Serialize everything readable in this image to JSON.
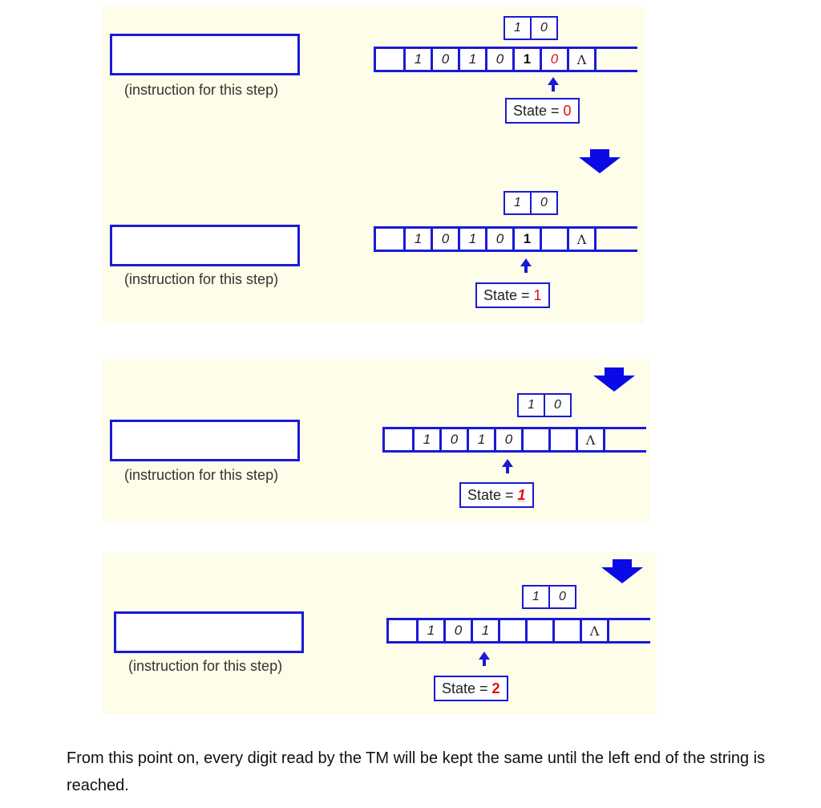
{
  "steps": [
    {
      "instruction_placeholder": "(instruction for this step)",
      "mini_digits": [
        "1",
        "0"
      ],
      "tape": [
        {
          "v": "1",
          "s": "italic"
        },
        {
          "v": "0",
          "s": "italic"
        },
        {
          "v": "1",
          "s": "italic"
        },
        {
          "v": "0",
          "s": "italic"
        },
        {
          "v": "1",
          "s": "bold"
        },
        {
          "v": "0",
          "s": "red"
        },
        {
          "v": "Λ",
          "s": "lambda"
        }
      ],
      "head_index": 5,
      "state_label": "State =",
      "state_value": "0",
      "next_arrow": true
    },
    {
      "instruction_placeholder": "(instruction for this step)",
      "mini_digits": [
        "1",
        "0"
      ],
      "tape": [
        {
          "v": "1",
          "s": "italic"
        },
        {
          "v": "0",
          "s": "italic"
        },
        {
          "v": "1",
          "s": "italic"
        },
        {
          "v": "0",
          "s": "italic"
        },
        {
          "v": "1",
          "s": "bold"
        },
        {
          "v": "",
          "s": "italic"
        },
        {
          "v": "Λ",
          "s": "lambda"
        }
      ],
      "head_index": 4,
      "state_label": "State =",
      "state_value": "1",
      "next_arrow": true
    },
    {
      "instruction_placeholder": "(instruction for this step)",
      "mini_digits": [
        "1",
        "0"
      ],
      "tape": [
        {
          "v": "1",
          "s": "italic"
        },
        {
          "v": "0",
          "s": "italic"
        },
        {
          "v": "1",
          "s": "italic"
        },
        {
          "v": "0",
          "s": "italic"
        },
        {
          "v": "",
          "s": "italic"
        },
        {
          "v": "",
          "s": "italic"
        },
        {
          "v": "Λ",
          "s": "lambda"
        }
      ],
      "head_index": 3,
      "state_label": "State =",
      "state_value": "1",
      "next_arrow": true
    },
    {
      "instruction_placeholder": "(instruction for this step)",
      "mini_digits": [
        "1",
        "0"
      ],
      "tape": [
        {
          "v": "1",
          "s": "italic"
        },
        {
          "v": "0",
          "s": "italic"
        },
        {
          "v": "1",
          "s": "italic"
        },
        {
          "v": "",
          "s": "italic"
        },
        {
          "v": "",
          "s": "italic"
        },
        {
          "v": "",
          "s": "italic"
        },
        {
          "v": "Λ",
          "s": "lambda"
        }
      ],
      "head_index": 2,
      "state_label": "State =",
      "state_value": "2",
      "next_arrow": false
    }
  ],
  "footer_text": "From this point on, every digit read by the TM will be kept the same until the left end of the string is reached.",
  "colors": {
    "panel": "#fdfde9",
    "border": "#1a1ad6",
    "state_value": "#e01010",
    "arrow": "#0a0ae6"
  }
}
